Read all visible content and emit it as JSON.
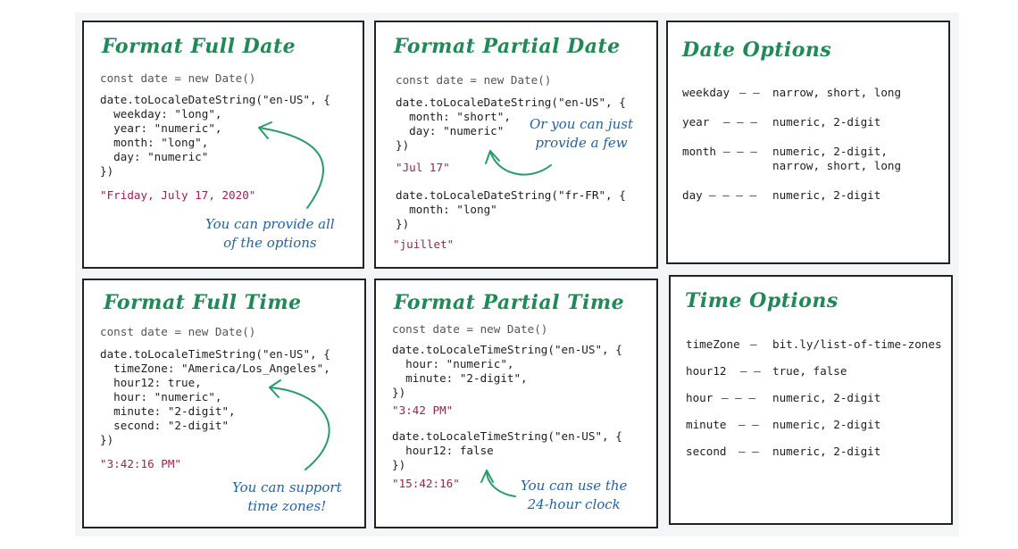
{
  "colors": {
    "title_green": "#1f8a55",
    "note_blue": "#1f63a8",
    "result_red": "#a3204a",
    "arrow_green": "#249e66"
  },
  "panels": {
    "full_date": {
      "title": "Format Full Date",
      "declaration": "const date = new Date()",
      "code": [
        "date.toLocaleDateString(\"en-US\", {",
        "  weekday: \"long\",",
        "  year: \"numeric\",",
        "  month: \"long\",",
        "  day: \"numeric\"",
        "})"
      ],
      "result": "\"Friday, July 17, 2020\"",
      "note": [
        "You can provide all",
        "of the options"
      ]
    },
    "partial_date": {
      "title": "Format Partial Date",
      "declaration": "const date = new Date()",
      "code1": [
        "date.toLocaleDateString(\"en-US\", {",
        "  month: \"short\",",
        "  day: \"numeric\"",
        "})"
      ],
      "result1": "\"Jul 17\"",
      "code2": [
        "date.toLocaleDateString(\"fr-FR\", {",
        "  month: \"long\"",
        "})"
      ],
      "result2": "\"juillet\"",
      "note": [
        "Or you can just",
        "provide a few"
      ]
    },
    "date_options": {
      "title": "Date Options",
      "rows": [
        {
          "key": "weekday",
          "dashes": "— —",
          "value": [
            "narrow, short, long"
          ]
        },
        {
          "key": "year",
          "dashes": "— — —",
          "value": [
            "numeric, 2-digit"
          ]
        },
        {
          "key": "month",
          "dashes": "— — —",
          "value": [
            "numeric, 2-digit,",
            "narrow, short, long"
          ]
        },
        {
          "key": "day",
          "dashes": "— — — —",
          "value": [
            "numeric, 2-digit"
          ]
        }
      ]
    },
    "full_time": {
      "title": "Format Full Time",
      "declaration": "const date = new Date()",
      "code": [
        "date.toLocaleTimeString(\"en-US\", {",
        "  timeZone: \"America/Los_Angeles\",",
        "  hour12: true,",
        "  hour: \"numeric\",",
        "  minute: \"2-digit\",",
        "  second: \"2-digit\"",
        "})"
      ],
      "result": "\"3:42:16 PM\"",
      "note": [
        "You can support",
        "time zones!"
      ]
    },
    "partial_time": {
      "title": "Format Partial Time",
      "declaration": "const date = new Date()",
      "code1": [
        "date.toLocaleTimeString(\"en-US\", {",
        "  hour: \"numeric\",",
        "  minute: \"2-digit\",",
        "})"
      ],
      "result1": "\"3:42 PM\"",
      "code2": [
        "date.toLocaleTimeString(\"en-US\", {",
        "  hour12: false",
        "})"
      ],
      "result2": "\"15:42:16\"",
      "note": [
        "You can use the",
        "24-hour clock"
      ]
    },
    "time_options": {
      "title": "Time Options",
      "rows": [
        {
          "key": "timeZone",
          "dashes": "—",
          "value": [
            "bit.ly/list-of-time-zones"
          ]
        },
        {
          "key": "hour12",
          "dashes": "— —",
          "value": [
            "true, false"
          ]
        },
        {
          "key": "hour",
          "dashes": "— — —",
          "value": [
            "numeric, 2-digit"
          ]
        },
        {
          "key": "minute",
          "dashes": "— —",
          "value": [
            "numeric, 2-digit"
          ]
        },
        {
          "key": "second",
          "dashes": "— —",
          "value": [
            "numeric, 2-digit"
          ]
        }
      ]
    }
  }
}
